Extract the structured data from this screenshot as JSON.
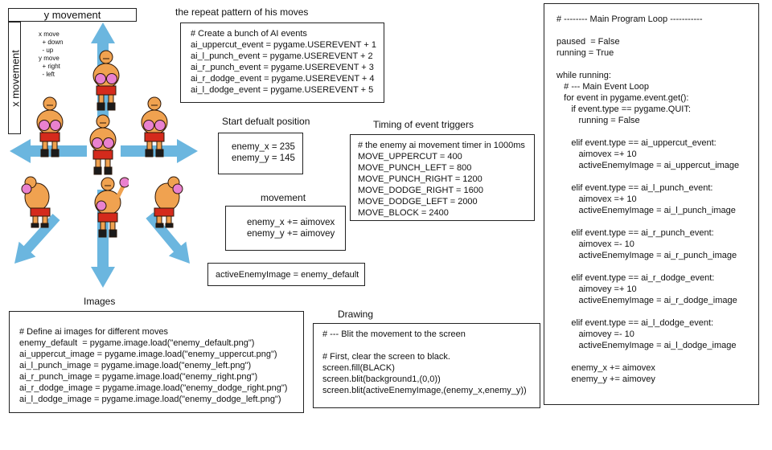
{
  "colors": {
    "arrow": "#6bb6df",
    "skin": "#f0a250",
    "skin_shade": "#c9762a",
    "glove": "#e981cf",
    "glove_shade": "#b2509a",
    "shorts": "#d42a1c",
    "shoe": "#1b1b1b",
    "outline": "#2a1608",
    "text": "#111111"
  },
  "captions": {
    "repeat_pattern": "the repeat pattern of his moves",
    "start_position": "Start defualt position",
    "movement": "movement",
    "timing": "Timing of event triggers",
    "images": "Images",
    "drawing": "Drawing"
  },
  "diagram": {
    "y_movement_label": "y movement",
    "x_movement_label": "x movement",
    "legend": [
      "x move",
      "  + down",
      "  - up",
      "",
      "y move",
      "  + right",
      "  - left"
    ],
    "icons": {
      "arrow": "arrow-icon",
      "sprite": "boxer-sprite-icon"
    }
  },
  "ai_events": {
    "lines": [
      "# Create a bunch of AI events",
      "ai_uppercut_event = pygame.USEREVENT + 1",
      "ai_l_punch_event = pygame.USEREVENT + 2",
      "ai_r_punch_event = pygame.USEREVENT + 3",
      "ai_r_dodge_event = pygame.USEREVENT + 4",
      "ai_l_dodge_event = pygame.USEREVENT + 5"
    ]
  },
  "start_position": {
    "lines": [
      "enemy_x = 235",
      "enemy_y = 145"
    ]
  },
  "movement": {
    "lines": [
      "enemy_x += aimovex",
      "enemy_y += aimovey"
    ]
  },
  "active_image": {
    "line": "activeEnemyImage = enemy_default"
  },
  "timing": {
    "lines": [
      "# the enemy ai movement timer in 1000ms",
      "MOVE_UPPERCUT = 400",
      "MOVE_PUNCH_LEFT = 800",
      "MOVE_PUNCH_RIGHT = 1200",
      "MOVE_DODGE_RIGHT = 1600",
      "MOVE_DODGE_LEFT = 2000",
      "MOVE_BLOCK = 2400"
    ]
  },
  "images": {
    "lines": [
      "# Define ai images for different moves",
      "enemy_default  = pygame.image.load(\"enemy_default.png\")",
      "ai_uppercut_image = pygame.image.load(\"enemy_uppercut.png\")",
      "ai_l_punch_image = pygame.image.load(\"enemy_left.png\")",
      "ai_r_punch_image = pygame.image.load(\"enemy_right.png\")",
      "ai_r_dodge_image = pygame.image.load(\"enemy_dodge_right.png\")",
      "ai_l_dodge_image = pygame.image.load(\"enemy_dodge_left.png\")"
    ]
  },
  "drawing": {
    "lines": [
      "# --- Blit the movement to the screen",
      "",
      "# First, clear the screen to black.",
      "screen.fill(BLACK)",
      "screen.blit(background1,(0,0))",
      "screen.blit(activeEnemyImage,(enemy_x,enemy_y))"
    ]
  },
  "main_loop": {
    "lines": [
      "# -------- Main Program Loop -----------",
      "",
      "paused  = False",
      "running = True",
      "",
      "while running:",
      "   # --- Main Event Loop",
      "   for event in pygame.event.get():",
      "      if event.type == pygame.QUIT:",
      "         running = False",
      "",
      "      elif event.type == ai_uppercut_event:",
      "         aimovex =+ 10",
      "         activeEnemyImage = ai_uppercut_image",
      "",
      "      elif event.type == ai_l_punch_event:",
      "         aimovex =+ 10",
      "         activeEnemyImage = ai_l_punch_image",
      "",
      "      elif event.type == ai_r_punch_event:",
      "         aimovex =- 10",
      "         activeEnemyImage = ai_r_punch_image",
      "",
      "      elif event.type == ai_r_dodge_event:",
      "         aimovey =+ 10",
      "         activeEnemyImage = ai_r_dodge_image",
      "",
      "      elif event.type == ai_l_dodge_event:",
      "         aimovey =- 10",
      "         activeEnemyImage = ai_l_dodge_image",
      "",
      "      enemy_x += aimovex",
      "      enemy_y += aimovey"
    ]
  }
}
